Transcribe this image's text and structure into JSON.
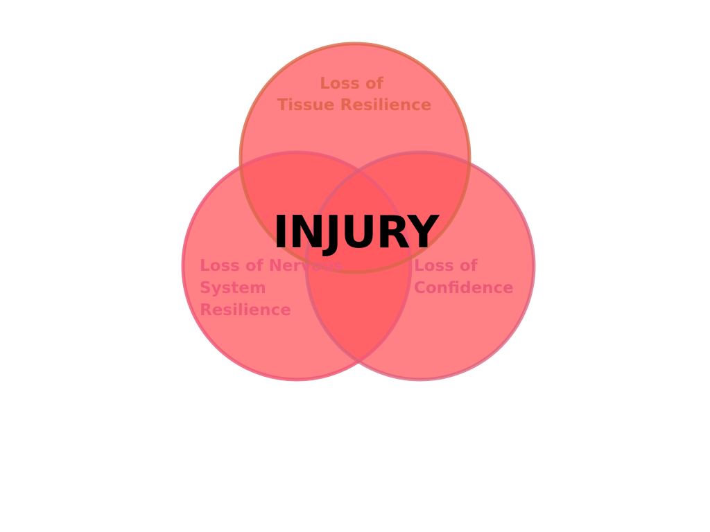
{
  "diagram": {
    "center_label": "INJURY",
    "circles": [
      {
        "id": "top",
        "label_lines": [
          "Loss of",
          "Tissue Resilience"
        ],
        "fill": "#ff5a5f",
        "stroke": "#d9664a",
        "text_color": "#e2654f"
      },
      {
        "id": "left",
        "label_lines": [
          "Loss of Nervous",
          "System",
          "Resilience"
        ],
        "fill": "#ff5a5f",
        "stroke": "#ef5a78",
        "text_color": "#ef5a78"
      },
      {
        "id": "right",
        "label_lines": [
          "Loss of",
          "Confidence"
        ],
        "fill": "#ff5a5f",
        "stroke": "#d95f7c",
        "text_color": "#ea5a78"
      }
    ],
    "center_text_color": "#000000"
  }
}
